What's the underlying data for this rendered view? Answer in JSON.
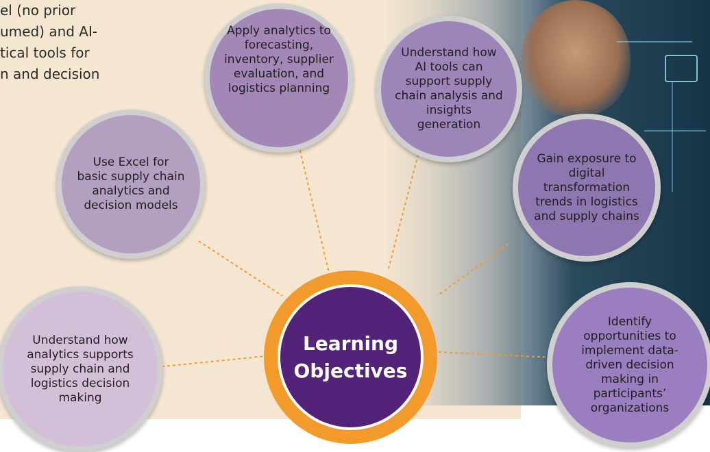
{
  "intro": {
    "text": "el (no prior\numed) and AI-\ntical tools for\nn and decision"
  },
  "center": {
    "title": "Learning Objectives"
  },
  "objectives": [
    {
      "id": "obj-1",
      "text": "Understand how analytics supports supply chain and logistics decision making"
    },
    {
      "id": "obj-2",
      "text": "Use Excel for basic supply chain analytics and decision models"
    },
    {
      "id": "obj-3",
      "text": "Apply analytics to forecasting, inventory, supplier evaluation, and logistics planning"
    },
    {
      "id": "obj-4",
      "text": "Understand how AI tools can support supply chain analysis and insights generation"
    },
    {
      "id": "obj-5",
      "text": "Gain exposure to digital transformation trends in logistics and supply chains"
    },
    {
      "id": "obj-6",
      "text": "Identify opportunities to implement data-driven decision making in participants’ organizations"
    }
  ],
  "colors": {
    "hub_ring": "#f39a2c",
    "hub_fill": "#53237a",
    "connector": "#f39a2c",
    "circle_border": "#cfcfcf"
  }
}
